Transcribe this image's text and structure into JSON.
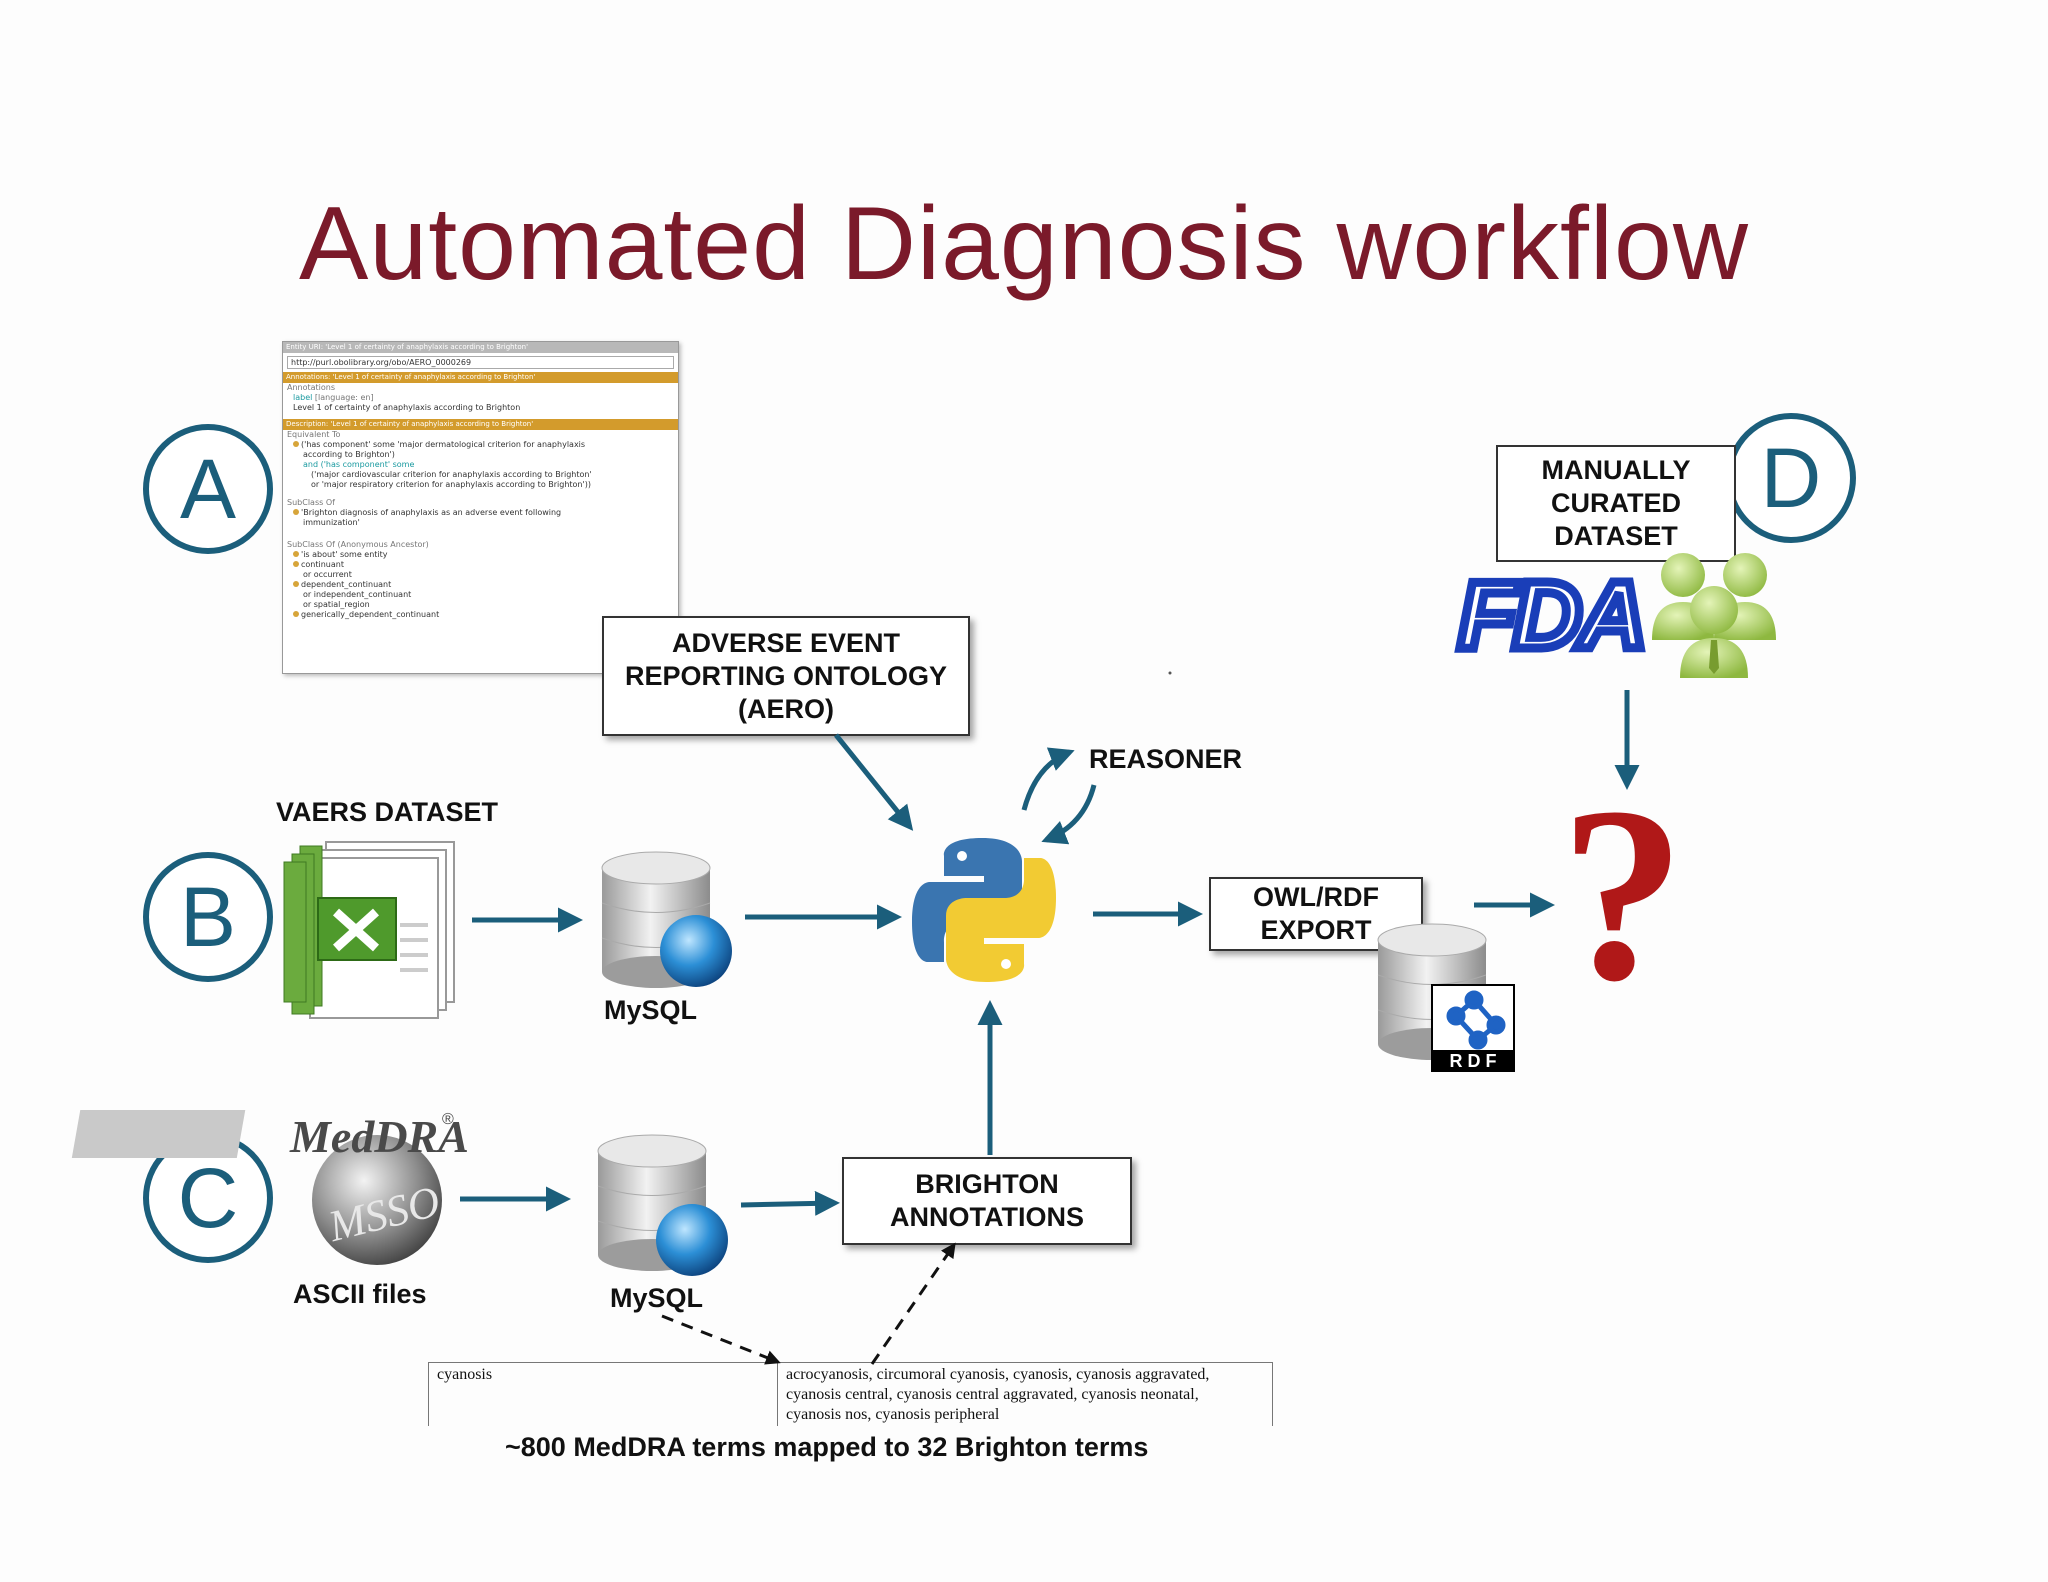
{
  "title": "Automated Diagnosis workflow",
  "markers": {
    "a": "A",
    "b": "B",
    "c": "C",
    "d": "D"
  },
  "boxes": {
    "aero": [
      "ADVERSE EVENT",
      "REPORTING ONTOLOGY",
      "(AERO)"
    ],
    "brighton": [
      "BRIGHTON",
      "ANNOTATIONS"
    ],
    "owl_export": [
      "OWL/RDF",
      "EXPORT"
    ],
    "manually_curated": [
      "MANUALLY",
      "CURATED",
      "DATASET"
    ]
  },
  "labels": {
    "vaers_dataset": "VAERS DATASET",
    "mysql_top": "MySQL",
    "mysql_bottom": "MySQL",
    "reasoner": "REASONER",
    "ascii_files": "ASCII files",
    "mapping_caption": "~800 MedDRA terms mapped to 32 Brighton terms",
    "question_mark": "?"
  },
  "logos": {
    "fda": "FDA",
    "meddra": "MedDRA",
    "msso": "MSSO",
    "rdf": "R D F",
    "registered": "®"
  },
  "mapping_table": {
    "term": "cyanosis",
    "matches": [
      "acrocyanosis, circumoral cyanosis, cyanosis, cyanosis aggravated,",
      "cyanosis central, cyanosis central aggravated, cyanosis neonatal,",
      "cyanosis nos, cyanosis peripheral"
    ]
  },
  "protege": {
    "entity_bar": "Entity URI: 'Level 1 of certainty of anaphylaxis according to Brighton'",
    "uri": "http://purl.obolibrary.org/obo/AERO_0000269",
    "annotations_bar": "Annotations: 'Level 1 of certainty of anaphylaxis according to Brighton'",
    "annotations_label": "Annotations",
    "label_key": "label",
    "label_lang": "[language: en]",
    "label_value": "Level 1 of certainty of anaphylaxis according to Brighton",
    "description_bar": "Description: 'Level 1 of certainty of anaphylaxis according to Brighton'",
    "equivalent_to": "Equivalent To",
    "eq_line1": "('has component' some 'major dermatological criterion for anaphylaxis",
    "eq_line2": "according to Brighton')",
    "eq_line3": "and ('has component' some",
    "eq_line4": "('major cardiovascular criterion for anaphylaxis according to Brighton'",
    "eq_line5": "or 'major respiratory criterion for anaphylaxis according to Brighton'))",
    "subclass_of": "SubClass Of",
    "sub_line1": "'Brighton diagnosis of anaphylaxis as an adverse event following",
    "sub_line2": "immunization'",
    "subclass_anon": "SubClass Of (Anonymous Ancestor)",
    "anon1": "'is about' some entity",
    "anon2": "continuant",
    "anon3": "or occurrent",
    "anon4": "dependent_continuant",
    "anon5": "or independent_continuant",
    "anon6": "or spatial_region",
    "anon7": "generically_dependent_continuant"
  },
  "colors": {
    "arrow": "#1b5e7b",
    "title": "#7b1a2a",
    "question": "#b01818",
    "fda_blue": "#1a3eb8",
    "excel_green": "#4f9a2c"
  }
}
